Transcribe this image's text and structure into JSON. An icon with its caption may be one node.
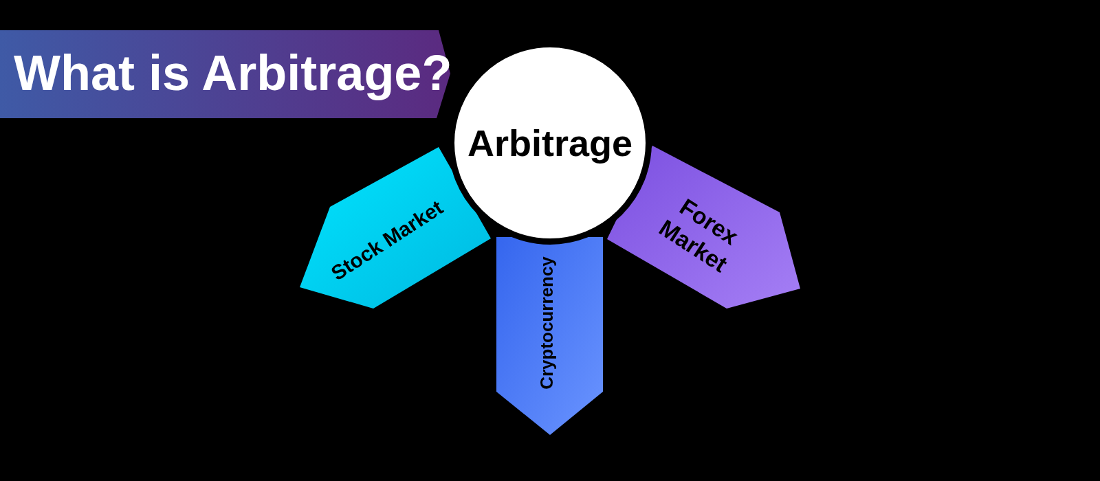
{
  "diagram": {
    "title": "What is Arbitrage?",
    "nodes": [
      {
        "text": [
          "Arbitrage"
        ]
      },
      {
        "text": [
          "Stock Market"
        ]
      },
      {
        "text": [
          "Cryptocurrency"
        ]
      },
      {
        "text": [
          "Forex Market"
        ]
      }
    ]
  }
}
